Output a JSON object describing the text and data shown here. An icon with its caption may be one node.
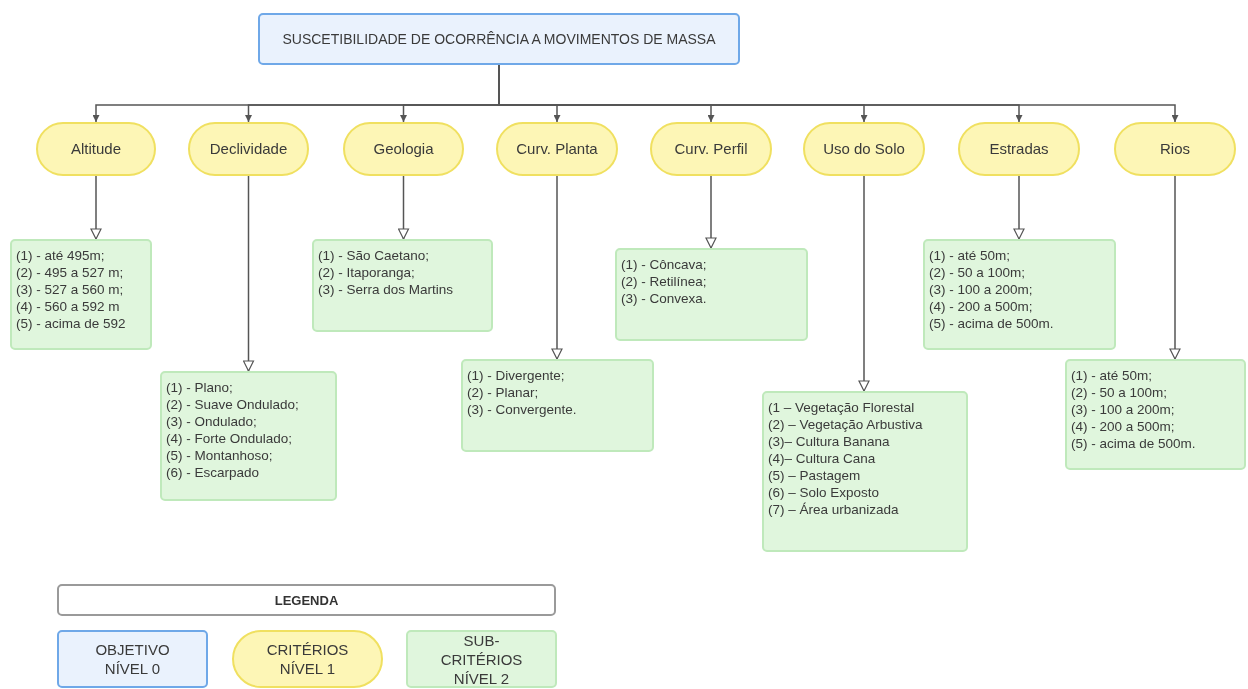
{
  "diagram": {
    "nodes": [
      {
        "text": [
          "SUSCETIBILIDADE DE OCORRÊNCIA A MOVIMENTOS DE MASSA"
        ]
      },
      {
        "text": [
          "Altitude"
        ]
      },
      {
        "text": [
          "Declividade"
        ]
      },
      {
        "text": [
          "Geologia"
        ]
      },
      {
        "text": [
          "Curv. Planta"
        ]
      },
      {
        "text": [
          "Curv. Perfil"
        ]
      },
      {
        "text": [
          "Uso do Solo"
        ]
      },
      {
        "text": [
          "Estradas"
        ]
      },
      {
        "text": [
          "Rios"
        ]
      },
      {
        "text": [
          "(1) - até 495m;",
          "(2) - 495 a 527 m;",
          "(3) - 527 a 560 m;",
          "(4) - 560 a 592 m",
          "(5) - acima de 592"
        ]
      },
      {
        "text": [
          "(1) - Plano;",
          "(2) - Suave Ondulado;",
          "(3) - Ondulado;",
          "(4) - Forte Ondulado;",
          "(5) - Montanhoso;",
          "(6) - Escarpado"
        ]
      },
      {
        "text": [
          "(1) - São Caetano;",
          "(2) - Itaporanga;",
          "(3) - Serra dos Martins"
        ]
      },
      {
        "text": [
          "(1) - Divergente;",
          "(2) - Planar;",
          "(3) - Convergente."
        ]
      },
      {
        "text": [
          "(1) - Côncava;",
          "(2) - Retilínea;",
          "(3) - Convexa."
        ]
      },
      {
        "text": [
          "(1 – Vegetação Florestal",
          "(2) – Vegetação Arbustiva",
          "(3)– Cultura Banana",
          "(4)– Cultura Cana",
          "(5) – Pastagem",
          "(6) – Solo Exposto",
          "(7) – Área urbanizada"
        ]
      },
      {
        "text": [
          "(1) - até 50m;",
          "(2) - 50 a 100m;",
          "(3) - 100 a 200m;",
          "(4) - 200 a 500m;",
          "(5) - acima de 500m."
        ]
      },
      {
        "text": [
          "(1) - até 50m;",
          "(2) - 50 a 100m;",
          "(3) - 100 a 200m;",
          "(4) - 200 a 500m;",
          "(5) - acima de 500m."
        ]
      }
    ],
    "edges": [
      {
        "from": 0,
        "to": 1,
        "arrow": "to"
      },
      {
        "from": 0,
        "to": 2,
        "arrow": "to"
      },
      {
        "from": 0,
        "to": 3,
        "arrow": "to"
      },
      {
        "from": 0,
        "to": 4,
        "arrow": "to"
      },
      {
        "from": 0,
        "to": 5,
        "arrow": "to"
      },
      {
        "from": 0,
        "to": 6,
        "arrow": "to"
      },
      {
        "from": 0,
        "to": 7,
        "arrow": "to"
      },
      {
        "from": 0,
        "to": 8,
        "arrow": "to"
      },
      {
        "from": 1,
        "to": 9,
        "arrow": "to"
      },
      {
        "from": 2,
        "to": 10,
        "arrow": "to"
      },
      {
        "from": 3,
        "to": 11,
        "arrow": "to"
      },
      {
        "from": 4,
        "to": 12,
        "arrow": "to"
      },
      {
        "from": 5,
        "to": 13,
        "arrow": "to"
      },
      {
        "from": 6,
        "to": 14,
        "arrow": "to"
      },
      {
        "from": 7,
        "to": 15,
        "arrow": "to"
      },
      {
        "from": 8,
        "to": 16,
        "arrow": "to"
      }
    ],
    "labels": [
      "LEGENDA"
    ],
    "legend": [
      {
        "text": "OBJETIVO NÍVEL 0",
        "color": "#eaf2fd"
      },
      {
        "text": "CRITÉRIOS NÍVEL 1",
        "color": "#fdf6b6"
      },
      {
        "text": "SUB-CRITÉRIOS NÍVEL 2",
        "color": "#e0f6dd"
      }
    ]
  }
}
